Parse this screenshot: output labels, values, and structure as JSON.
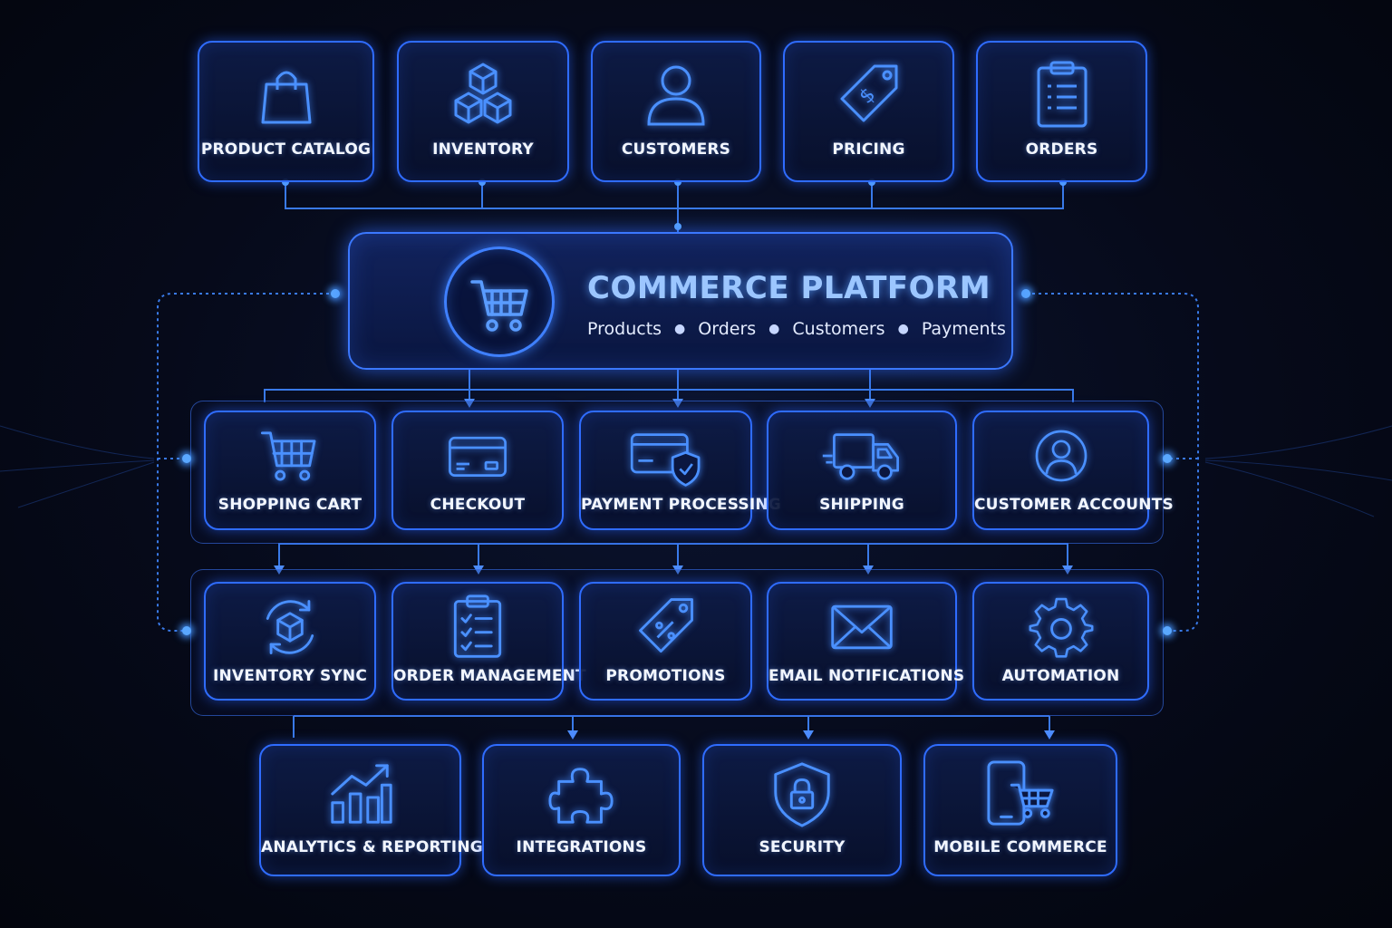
{
  "colors": {
    "accent": "#2f6cff",
    "glow": "#4d8dff",
    "background": "#060a1a",
    "title": "#9cc6ff"
  },
  "hub": {
    "title": "COMMERCE PLATFORM",
    "subitems": [
      "Products",
      "Orders",
      "Customers",
      "Payments"
    ],
    "icon": "shopping-cart-icon"
  },
  "top_row": [
    {
      "label": "PRODUCT CATALOG",
      "icon": "shopping-bag-icon"
    },
    {
      "label": "INVENTORY",
      "icon": "boxes-icon"
    },
    {
      "label": "CUSTOMERS",
      "icon": "user-icon"
    },
    {
      "label": "PRICING",
      "icon": "price-tag-icon"
    },
    {
      "label": "ORDERS",
      "icon": "clipboard-icon"
    }
  ],
  "row_two": [
    {
      "label": "SHOPPING CART",
      "icon": "cart-icon"
    },
    {
      "label": "CHECKOUT",
      "icon": "credit-card-icon"
    },
    {
      "label": "PAYMENT PROCESSING",
      "icon": "secure-card-icon"
    },
    {
      "label": "SHIPPING",
      "icon": "truck-icon"
    },
    {
      "label": "CUSTOMER ACCOUNTS",
      "icon": "user-circle-icon"
    }
  ],
  "row_three": [
    {
      "label": "INVENTORY SYNC",
      "icon": "sync-box-icon"
    },
    {
      "label": "ORDER MANAGEMENT",
      "icon": "checklist-icon"
    },
    {
      "label": "PROMOTIONS",
      "icon": "discount-tag-icon"
    },
    {
      "label": "EMAIL NOTIFICATIONS",
      "icon": "envelope-icon"
    },
    {
      "label": "AUTOMATION",
      "icon": "gear-icon"
    }
  ],
  "bottom_row": [
    {
      "label": "ANALYTICS & REPORTING",
      "icon": "chart-icon"
    },
    {
      "label": "INTEGRATIONS",
      "icon": "puzzle-icon"
    },
    {
      "label": "SECURITY",
      "icon": "shield-lock-icon"
    },
    {
      "label": "MOBILE COMMERCE",
      "icon": "mobile-cart-icon"
    }
  ]
}
